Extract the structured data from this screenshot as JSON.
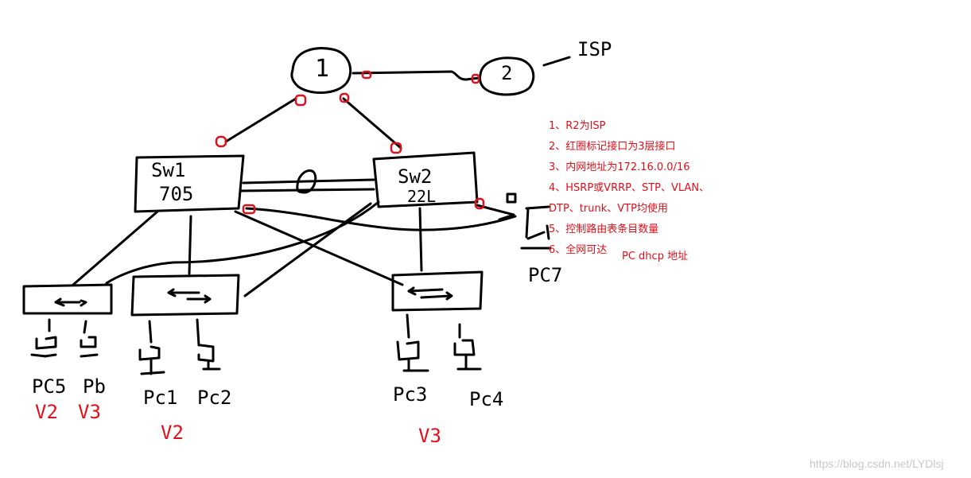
{
  "routers": {
    "r1": "1",
    "r2": "2",
    "isp": "ISP"
  },
  "switches": {
    "sw1": "Sw1",
    "sw1_sub": "705",
    "sw2": "Sw2",
    "sw2_sub": "22L"
  },
  "pcs": [
    "PC5",
    "Pb",
    "Pc1",
    "Pc2",
    "Pc3",
    "Pc4",
    "PC7"
  ],
  "vlan_marks": [
    "V2",
    "V3",
    "V2",
    "V3"
  ],
  "notes": [
    "1、R2为ISP",
    "2、红圈标记接口为3层接口",
    "3、内网地址为172.16.0.0/16",
    "4、HSRP或VRRP、STP、VLAN、",
    "DTP、trunk、VTP均使用",
    "5、控制路由表条目数量",
    "6、全网可达",
    "PC dhcp 地址"
  ],
  "watermark": "https://blog.csdn.net/LYDlsj"
}
